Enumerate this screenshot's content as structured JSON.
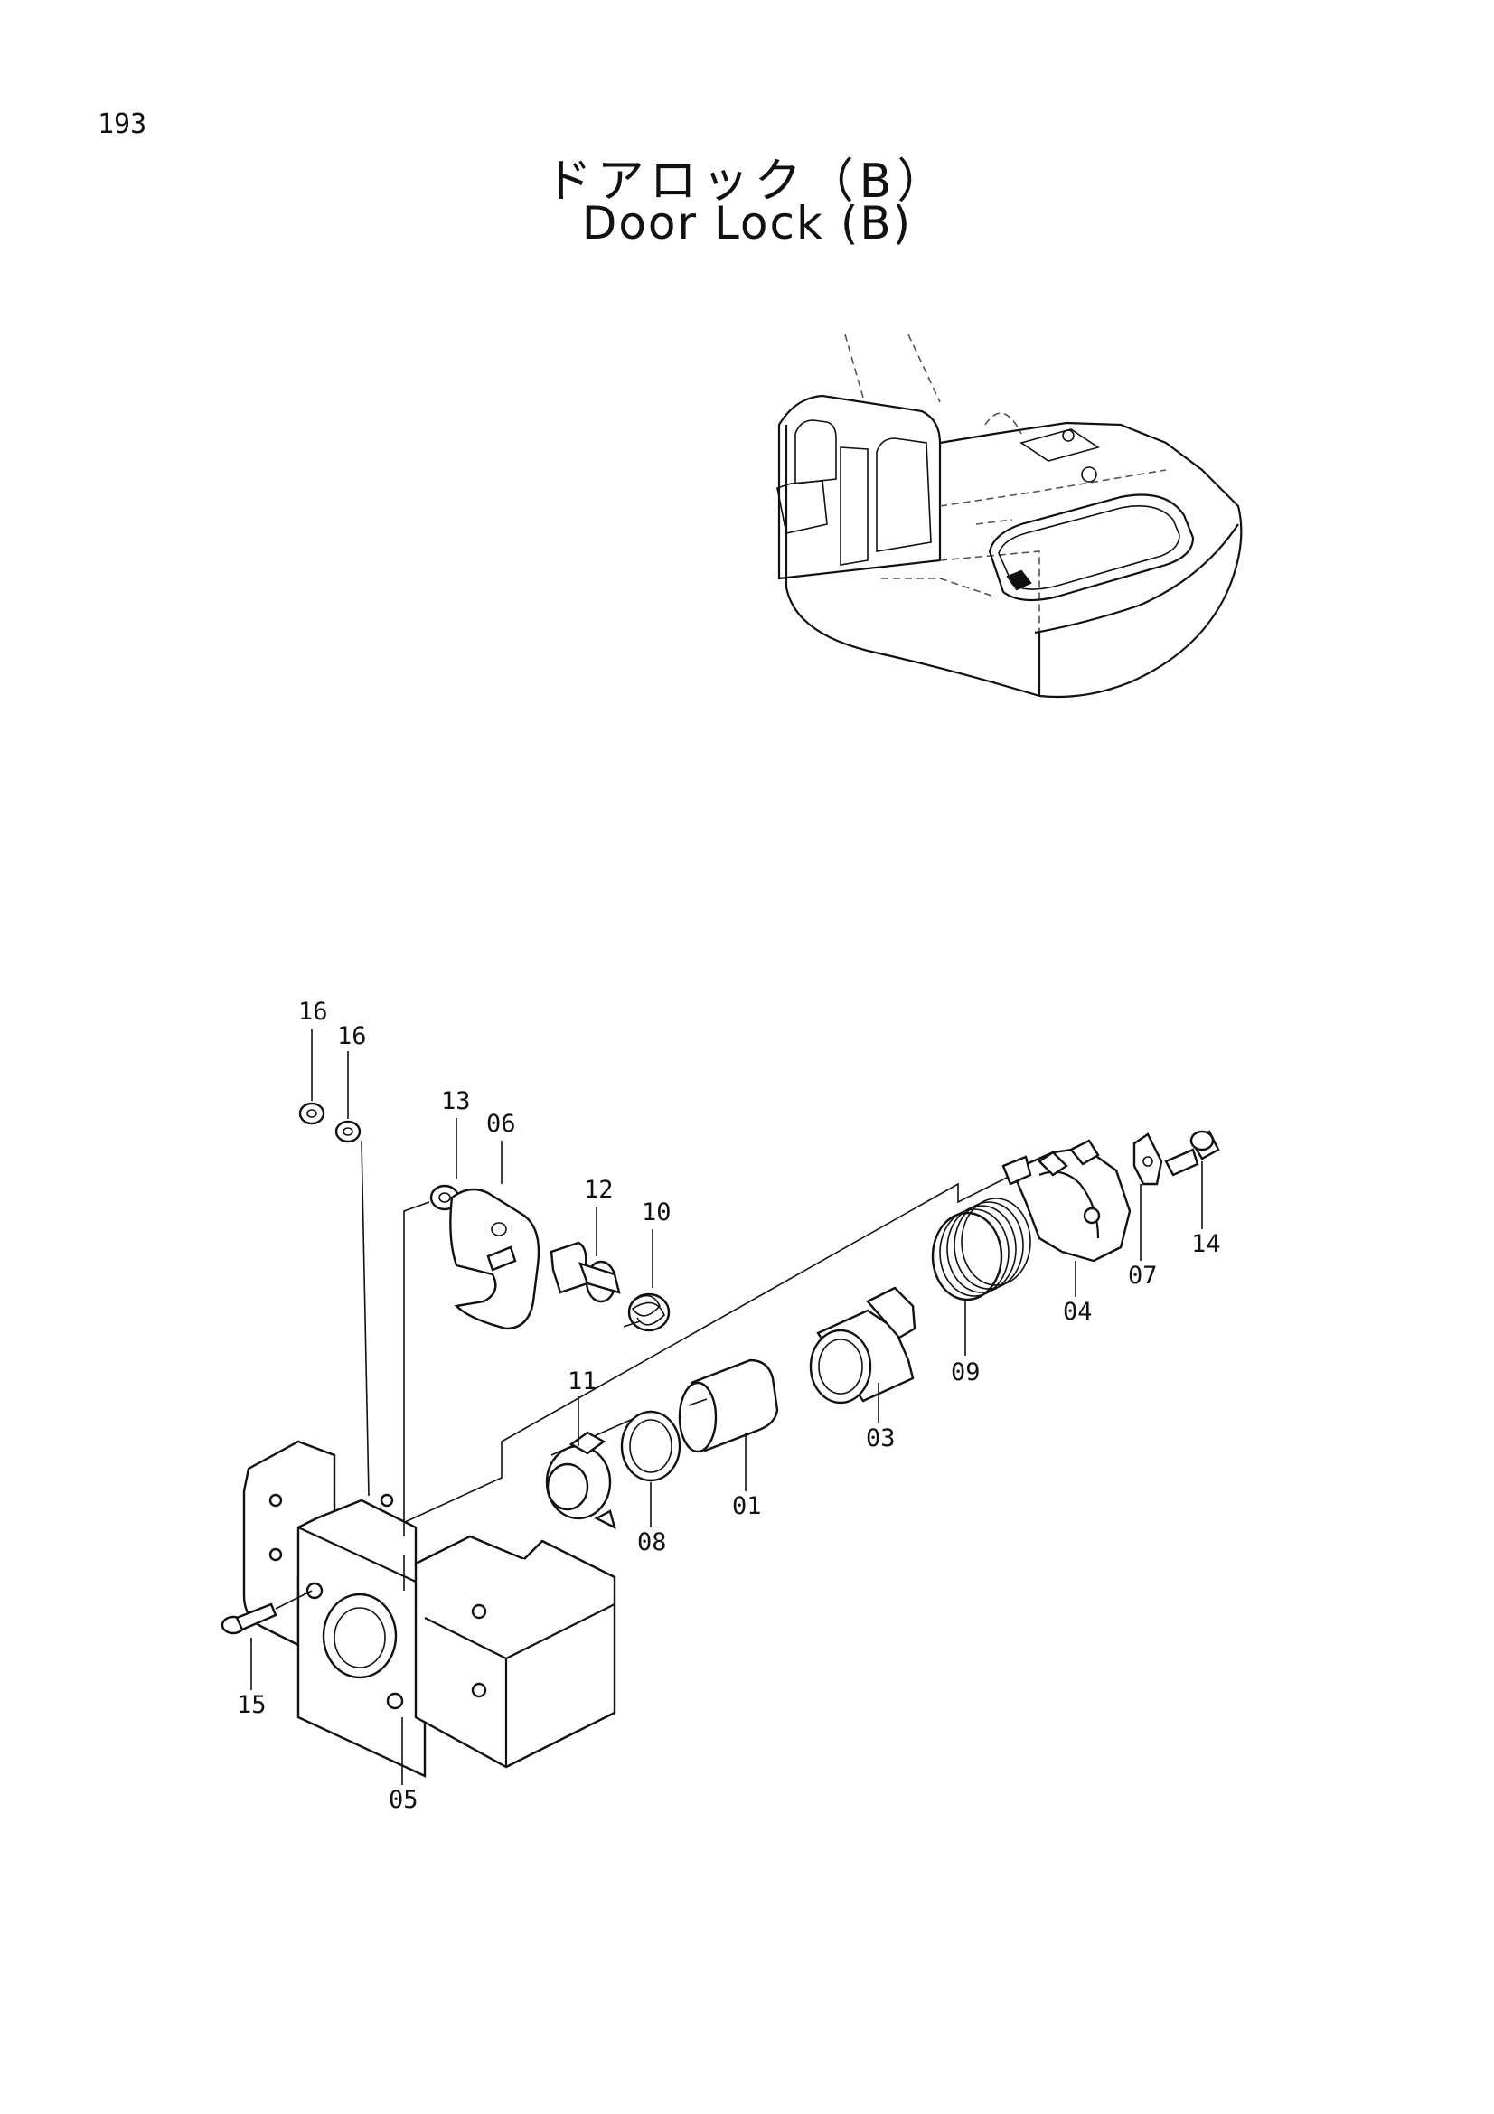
{
  "page": {
    "number": "193",
    "title_jp": "ドアロック（B）",
    "title_en": "Door Lock (B)"
  },
  "callouts": {
    "c16a": "16",
    "c16b": "16",
    "c13": "13",
    "c06": "06",
    "c12": "12",
    "c10": "10",
    "c14": "14",
    "c07": "07",
    "c04": "04",
    "c09": "09",
    "c03": "03",
    "c11": "11",
    "c01": "01",
    "c08": "08",
    "c15": "15",
    "c05": "05"
  }
}
